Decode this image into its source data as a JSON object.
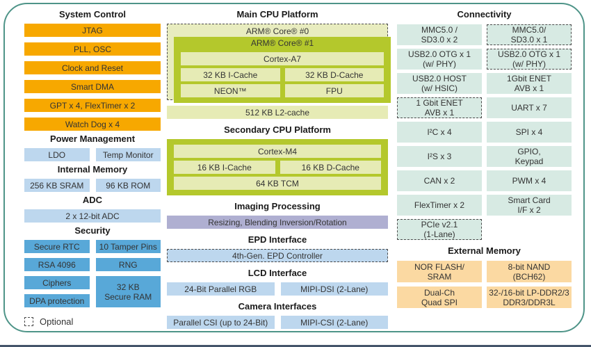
{
  "optional_legend": "Optional",
  "colors": {
    "orange": "#F7A800",
    "light_blue": "#BDD7EE",
    "medium_blue": "#58A8D8",
    "green": "#B4C82C",
    "pale_green": "#E6EBB5",
    "pale_green_dashed_fill": "#E8ECBF",
    "purple": "#AFAFD1",
    "teal": "#D7EAE3",
    "tan": "#FBD9A2",
    "border_teal": "#4E9488",
    "bottom_rule": "#44546A"
  },
  "left_column": {
    "system_control": {
      "title": "System Control",
      "items": [
        "JTAG",
        "PLL, OSC",
        "Clock and Reset",
        "Smart DMA",
        "GPT x 4, FlexTimer x 2",
        "Watch Dog x 4"
      ]
    },
    "power_management": {
      "title": "Power Management",
      "items": [
        "LDO",
        "Temp Monitor"
      ]
    },
    "internal_memory": {
      "title": "Internal Memory",
      "items": [
        "256 KB SRAM",
        "96 KB ROM"
      ]
    },
    "adc": {
      "title": "ADC",
      "items": [
        "2 x 12-bit ADC"
      ]
    },
    "security": {
      "title": "Security",
      "items": [
        "Secure RTC",
        "10 Tamper Pins",
        "RSA 4096",
        "RNG",
        "Ciphers",
        "32 KB\nSecure RAM",
        "DPA protection"
      ]
    }
  },
  "middle_column": {
    "main_cpu": {
      "title": "Main CPU Platform",
      "core0": "ARM® Core® #0",
      "core1": "ARM® Core® #1",
      "cortex": "Cortex-A7",
      "icache": "32 KB I-Cache",
      "dcache": "32 KB D-Cache",
      "neon": "NEON™",
      "fpu": "FPU",
      "l2": "512 KB L2-cache"
    },
    "secondary_cpu": {
      "title": "Secondary CPU Platform",
      "cortex": "Cortex-M4",
      "icache": "16 KB I-Cache",
      "dcache": "16 KB D-Cache",
      "tcm": "64 KB TCM"
    },
    "imaging": {
      "title": "Imaging Processing",
      "item": "Resizing, Blending Inversion/Rotation"
    },
    "epd": {
      "title": "EPD Interface",
      "item": "4th-Gen. EPD Controller"
    },
    "lcd": {
      "title": "LCD Interface",
      "items": [
        "24-Bit Parallel RGB",
        "MIPI-DSI (2-Lane)"
      ]
    },
    "camera": {
      "title": "Camera Interfaces",
      "items": [
        "Parallel CSI (up to 24-Bit)",
        "MIPI-CSI (2-Lane)"
      ]
    }
  },
  "right_column": {
    "connectivity": {
      "title": "Connectivity",
      "cells": [
        {
          "label": "MMC5.0 /\nSD3.0 x 2",
          "optional": false
        },
        {
          "label": "MMC5.0/\nSD3.0 x 1",
          "optional": true
        },
        {
          "label": "USB2.0 OTG x 1\n(w/ PHY)",
          "optional": false
        },
        {
          "label": "USB2.0 OTG x 1\n(w/ PHY)",
          "optional": true
        },
        {
          "label": "USB2.0 HOST\n(w/ HSIC)",
          "optional": false
        },
        {
          "label": "1Gbit ENET\nAVB x 1",
          "optional": false
        },
        {
          "label": "1 Gbit ENET\nAVB x 1",
          "optional": true
        },
        {
          "label": "UART x 7",
          "optional": false
        },
        {
          "label": "I²C x 4",
          "optional": false
        },
        {
          "label": "SPI x 4",
          "optional": false
        },
        {
          "label": "I²S x 3",
          "optional": false
        },
        {
          "label": "GPIO,\nKeypad",
          "optional": false
        },
        {
          "label": "CAN x 2",
          "optional": false
        },
        {
          "label": "PWM x 4",
          "optional": false
        },
        {
          "label": "FlexTimer x 2",
          "optional": false
        },
        {
          "label": "Smart Card\nI/F x 2",
          "optional": false
        },
        {
          "label": "PCIe v2.1\n(1-Lane)",
          "optional": true
        }
      ]
    },
    "external_memory": {
      "title": "External Memory",
      "cells": [
        {
          "label": "NOR FLASH/\nSRAM"
        },
        {
          "label": "8-bit NAND\n(BCH62)"
        },
        {
          "label": "Dual-Ch\nQuad SPI"
        },
        {
          "label": "32-/16-bit LP-DDR2/3\nDDR3/DDR3L"
        }
      ]
    }
  }
}
